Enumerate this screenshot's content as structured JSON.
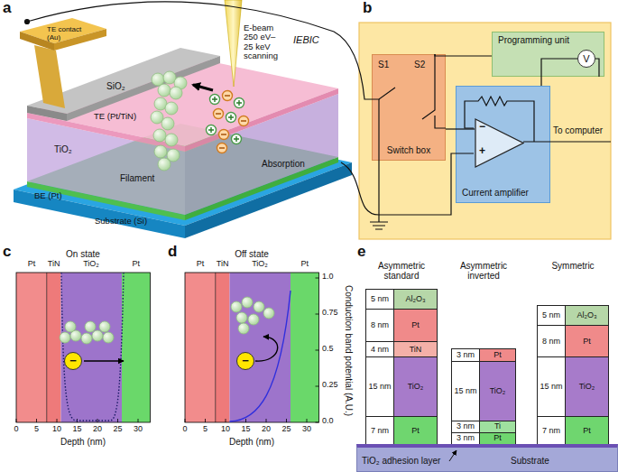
{
  "diagram": {
    "nodes": [
      {
        "text": [
          "Programming unit"
        ]
      },
      {
        "text": [
          "V"
        ],
        "in": 0
      },
      {
        "text": [
          "S1",
          "S2",
          "Switch box"
        ]
      },
      {
        "text": [
          "Current amplifier"
        ]
      },
      {
        "text": [
          "−",
          "+"
        ],
        "in": 3
      },
      {
        "text": [
          "−"
        ]
      },
      {
        "text": [
          "−"
        ]
      },
      {
        "text": [
          "5 nm"
        ]
      },
      {
        "text": [
          "8 nm"
        ]
      },
      {
        "text": [
          "4 nm"
        ]
      },
      {
        "text": [
          "15 nm"
        ]
      },
      {
        "text": [
          "7 nm"
        ]
      },
      {
        "text": [
          "Al₂O₃"
        ]
      },
      {
        "text": [
          "Pt"
        ]
      },
      {
        "text": [
          "TiN"
        ]
      },
      {
        "text": [
          "TiO₂"
        ]
      },
      {
        "text": [
          "Pt"
        ]
      },
      {
        "text": [
          "3 nm"
        ]
      },
      {
        "text": [
          "15 nm"
        ]
      },
      {
        "text": [
          "3 nm"
        ]
      },
      {
        "text": [
          "3 nm"
        ]
      },
      {
        "text": [
          "Pt"
        ]
      },
      {
        "text": [
          "TiO₂"
        ]
      },
      {
        "text": [
          "Ti"
        ]
      },
      {
        "text": [
          "Pt"
        ]
      },
      {
        "text": [
          "5 nm"
        ]
      },
      {
        "text": [
          "8 nm"
        ]
      },
      {
        "text": [
          "15 nm"
        ]
      },
      {
        "text": [
          "7 nm"
        ]
      },
      {
        "text": [
          "Al₂O₃"
        ]
      },
      {
        "text": [
          "Pt"
        ]
      },
      {
        "text": [
          "TiO₂"
        ]
      },
      {
        "text": [
          "Pt"
        ]
      },
      {
        "text": [
          "TiO₂ adhesion layer",
          "Substrate"
        ]
      }
    ],
    "edges": [
      {
        "from": 2,
        "to": 4,
        "arrow": "none"
      }
    ],
    "labels": [
      "a",
      "b",
      "TE contact (Au)",
      "SiO₂",
      "E-beam 250 eV– 25 keV scanning",
      "IEBIC",
      "TE (Pt/TiN)",
      "TiO₂",
      "Filament",
      "Absorption",
      "BE (Pt)",
      "Substrate (Si)",
      "To computer",
      "c",
      "On state",
      "Pt",
      "TiN",
      "TiO₂",
      "Pt",
      "0",
      "5",
      "10",
      "15",
      "20",
      "25",
      "30",
      "Depth (nm)",
      "d",
      "Off state",
      "Pt",
      "TiN",
      "TiO₂",
      "Pt",
      "0",
      "5",
      "10",
      "15",
      "20",
      "25",
      "30",
      "Depth (nm)",
      "Conduction band potential (A.U.)",
      "0.0",
      "0.25",
      "0.5",
      "0.75",
      "1.0",
      "e",
      "Asymmetric standard",
      "Asymmetric inverted",
      "Symmetric"
    ]
  }
}
